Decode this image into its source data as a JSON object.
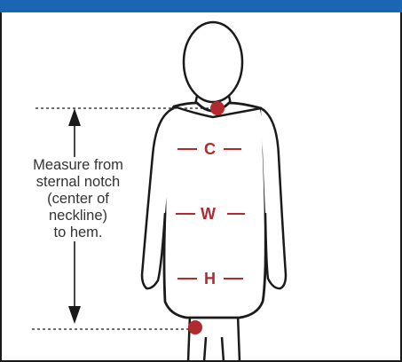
{
  "instruction": {
    "line1": "Measure from",
    "line2": "sternal notch",
    "line3": "(center of",
    "line4": "neckline)",
    "line5": "to hem."
  },
  "labels": {
    "chest": "C",
    "waist": "W",
    "hip": "H"
  },
  "colors": {
    "header": "#1b66b3",
    "accent": "#b22a2e",
    "outline": "#1a1a1a"
  }
}
